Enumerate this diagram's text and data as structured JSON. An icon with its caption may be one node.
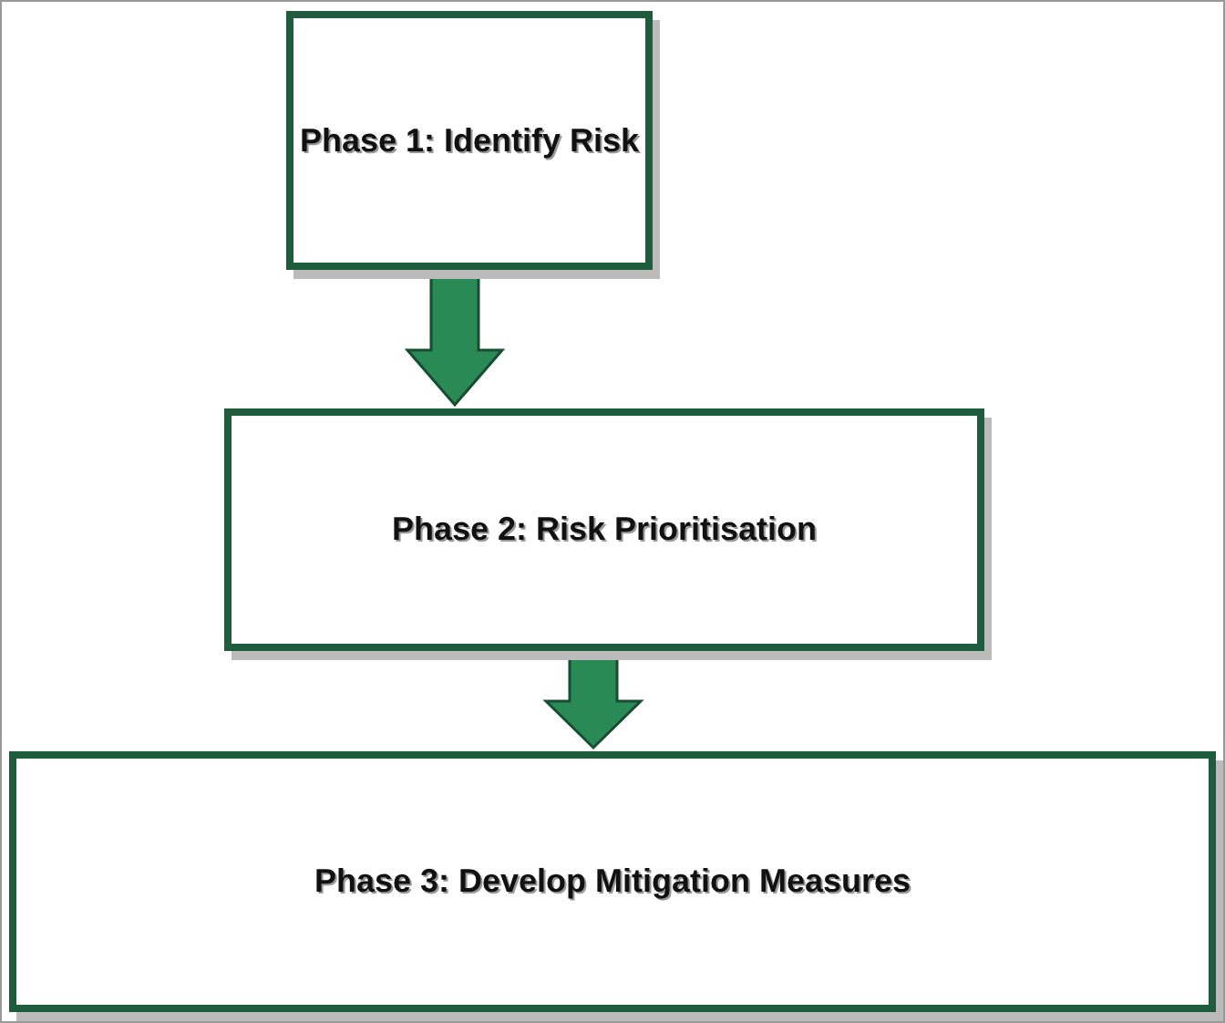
{
  "diagram": {
    "nodes": [
      {
        "text": [
          "Phase 1: Identify Risk"
        ]
      },
      {
        "text": [
          "Phase 2: Risk Prioritisation"
        ]
      },
      {
        "text": [
          "Phase 3: Develop Mitigation Measures"
        ]
      }
    ],
    "edges": [
      {
        "from": 0,
        "to": 1,
        "arrow": "to",
        "style": "thick"
      },
      {
        "from": 1,
        "to": 2,
        "arrow": "to",
        "style": "thick"
      }
    ]
  }
}
